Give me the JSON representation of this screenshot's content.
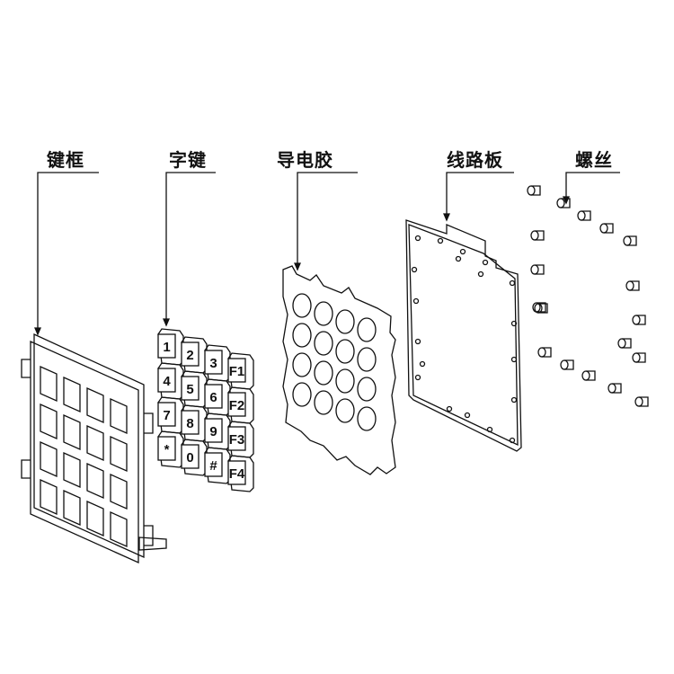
{
  "labels": {
    "frame": "键框",
    "keys": "字键",
    "rubber": "导电胶",
    "pcb": "线路板",
    "screws": "螺丝"
  },
  "keypad": {
    "rows": [
      [
        "1",
        "2",
        "3",
        "F1"
      ],
      [
        "4",
        "5",
        "6",
        "F2"
      ],
      [
        "7",
        "8",
        "9",
        "F3"
      ],
      [
        "*",
        "0",
        "#",
        "F4"
      ]
    ]
  },
  "counts": {
    "frame_windows": 16,
    "rubber_domes": 16,
    "screws": 18
  },
  "colors": {
    "line": "#111111",
    "background": "#ffffff"
  }
}
